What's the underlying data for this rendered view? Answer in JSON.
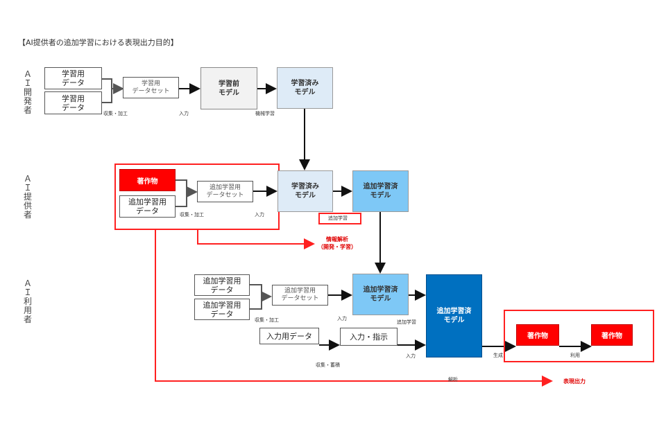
{
  "title": "【AI提供者の追加学習における表現出力目的】",
  "roles": {
    "developer": "Ａ\nＩ\n開\n発\n者",
    "provider": "Ａ\nＩ\n提\n供\n者",
    "user": "Ａ\nＩ\n利\n用\n者"
  },
  "developer": {
    "data1": "学習用\nデータ",
    "data2": "学習用\nデータ",
    "dataset": "学習用\nデータセット",
    "pre_model": "学習前\nモデル",
    "trained_model": "学習済み\nモデル",
    "lbl_collect": "収集・加工",
    "lbl_input": "入力",
    "lbl_ml": "機械学習"
  },
  "provider": {
    "work": "著作物",
    "data": "追加学習用\nデータ",
    "dataset": "追加学習用\nデータセット",
    "trained_model": "学習済み\nモデル",
    "added_model": "追加学習済\nモデル",
    "lbl_collect": "収集・加工",
    "lbl_input": "入力",
    "lbl_add_learning": "追加学習",
    "lbl_analysis": "情報解析\n（開発・学習）"
  },
  "user": {
    "data1": "追加学習用\nデータ",
    "data2": "追加学習用\nデータ",
    "dataset": "追加学習用\nデータセット",
    "added_model": "追加学習済\nモデル",
    "final_model": "追加学習済\nモデル",
    "input_data": "入力用データ",
    "input_instruction": "入力・指示",
    "work1": "著作物",
    "work2": "著作物",
    "lbl_collect": "収集・加工",
    "lbl_collect_store": "収集・蓄積",
    "lbl_input1": "入力",
    "lbl_input2": "入力",
    "lbl_add_learning": "追加学習",
    "lbl_generate": "生成",
    "lbl_use": "利用",
    "lbl_analysis": "解析",
    "lbl_output": "表現出力"
  },
  "colors": {
    "red": "#ff0000",
    "light_blue": "#deebf7",
    "mid_blue": "#7ec8f6",
    "dark_blue": "#0070c0",
    "gray": "#f2f2f2"
  }
}
